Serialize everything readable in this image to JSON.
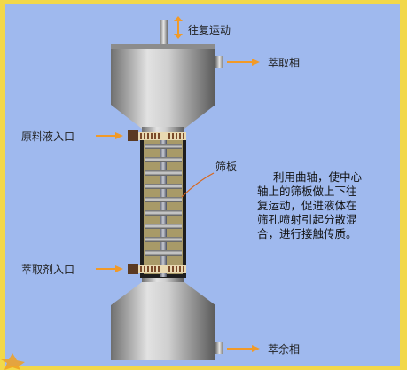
{
  "labels": {
    "reciprocating": "往复运动",
    "extract_phase": "萃取相",
    "feed_inlet": "原料液入口",
    "sieve_plate": "筛板",
    "solvent_inlet": "萃取剂入口",
    "raffinate_phase": "萃余相"
  },
  "description": [
    "利用曲轴，使中心",
    "轴上的筛板做上下往",
    "复运动，促进液体在",
    "筛孔喷射引起分散混",
    "合，进行接触传质。"
  ],
  "colors": {
    "background_panel": "#9fb9ee",
    "border_yellow": "#f2d84a",
    "arrow_orange": "#f19a28"
  }
}
